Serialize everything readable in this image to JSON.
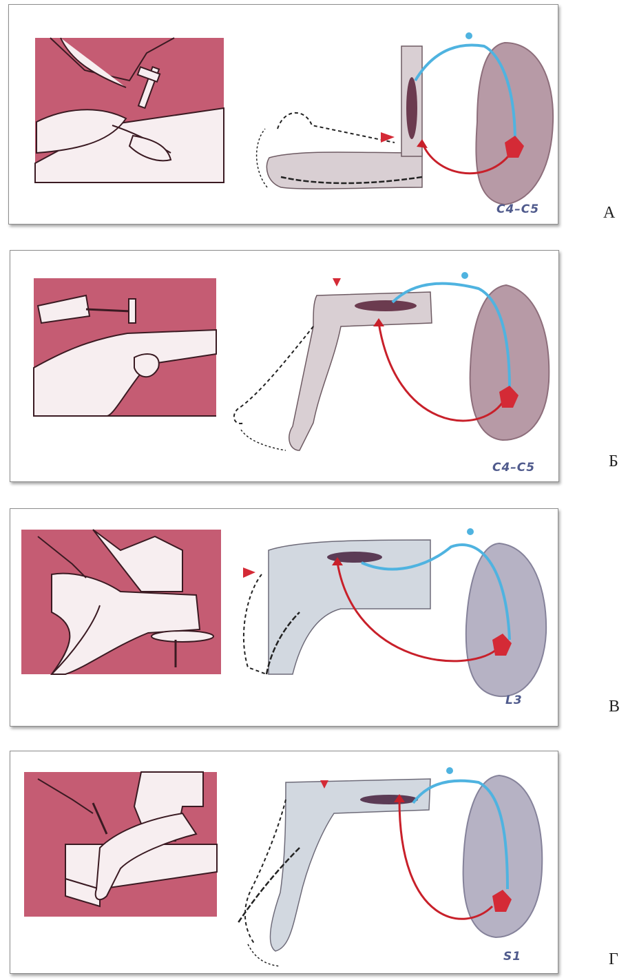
{
  "panels": [
    {
      "label": "А",
      "segment": "C4–C5"
    },
    {
      "label": "Б",
      "segment": "C4–C5"
    },
    {
      "label": "В",
      "segment": "L3"
    },
    {
      "label": "Г",
      "segment": "S1"
    }
  ],
  "colors": {
    "photo_bg": "#c55c73",
    "limb_fill": "#d9cfd3",
    "spinal_fill": "#b79aa6",
    "afferent": "#4fb3e0",
    "efferent": "#c8202a",
    "stimulus_marker": "#d42a36"
  }
}
